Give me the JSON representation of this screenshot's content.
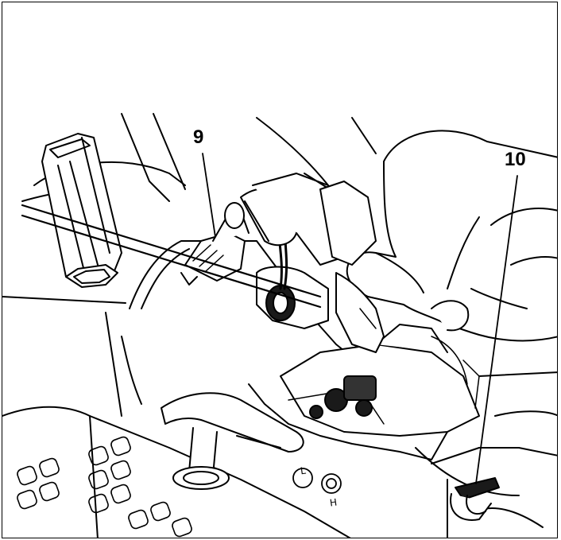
{
  "callouts": {
    "spark_plug": "9",
    "lever": "10"
  },
  "knob_letters": {
    "low": "L",
    "high": "H"
  },
  "colors": {
    "line": "#000000",
    "fill": "#ffffff",
    "dark": "#1a1a1a"
  },
  "icons": [
    "spark-plug-icon",
    "socket-wrench-icon",
    "hand-icon",
    "engine-cover-icon"
  ]
}
